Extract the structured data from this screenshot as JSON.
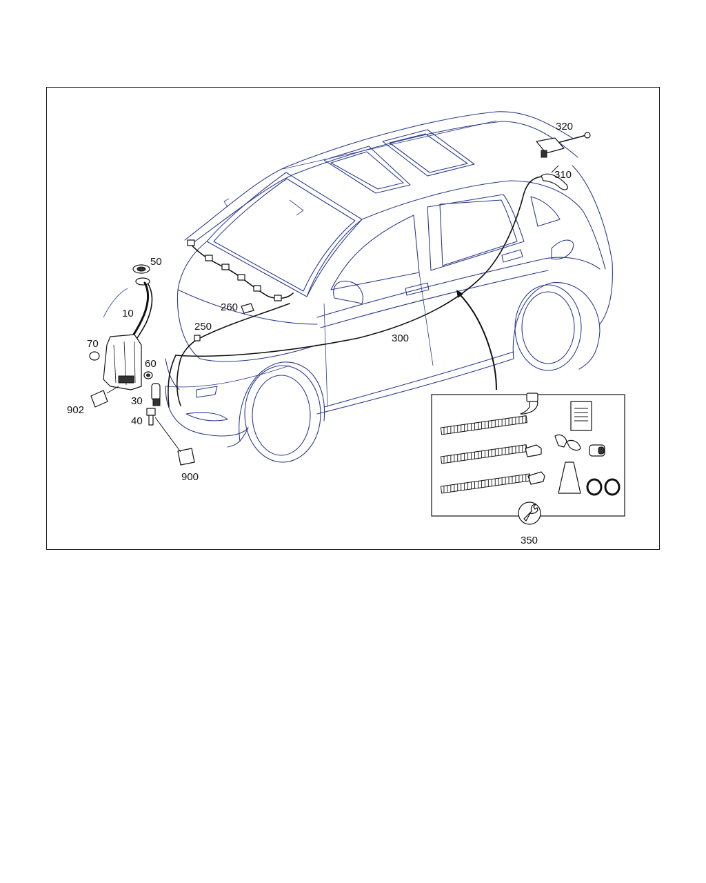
{
  "diagram": {
    "labels": {
      "l10": "10",
      "l30": "30",
      "l40": "40",
      "l50": "50",
      "l60": "60",
      "l70": "70",
      "l250": "250",
      "l260": "260",
      "l300": "300",
      "l310": "310",
      "l320": "320",
      "l350": "350",
      "l900": "900",
      "l902": "902"
    },
    "colors": {
      "vehicle_outline": "#2b3a8c",
      "part_outline": "#111111",
      "background": "#ffffff"
    },
    "icons": {
      "tool_kit": "wrench-icon"
    }
  }
}
